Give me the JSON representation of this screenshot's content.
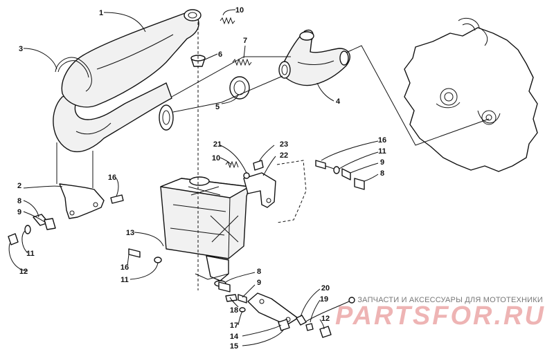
{
  "callouts": [
    {
      "id": "c1",
      "label": "1"
    },
    {
      "id": "c2",
      "label": "2"
    },
    {
      "id": "c3",
      "label": "3"
    },
    {
      "id": "c4",
      "label": "4"
    },
    {
      "id": "c5",
      "label": "5"
    },
    {
      "id": "c6",
      "label": "6"
    },
    {
      "id": "c7",
      "label": "7"
    },
    {
      "id": "c8a",
      "label": "8"
    },
    {
      "id": "c8b",
      "label": "8"
    },
    {
      "id": "c8c",
      "label": "8"
    },
    {
      "id": "c9a",
      "label": "9"
    },
    {
      "id": "c9b",
      "label": "9"
    },
    {
      "id": "c9c",
      "label": "9"
    },
    {
      "id": "c10a",
      "label": "10"
    },
    {
      "id": "c10b",
      "label": "10"
    },
    {
      "id": "c11a",
      "label": "11"
    },
    {
      "id": "c11b",
      "label": "11"
    },
    {
      "id": "c11c",
      "label": "11"
    },
    {
      "id": "c12a",
      "label": "12"
    },
    {
      "id": "c12b",
      "label": "12"
    },
    {
      "id": "c13",
      "label": "13"
    },
    {
      "id": "c14",
      "label": "14"
    },
    {
      "id": "c15",
      "label": "15"
    },
    {
      "id": "c16a",
      "label": "16"
    },
    {
      "id": "c16b",
      "label": "16"
    },
    {
      "id": "c16c",
      "label": "16"
    },
    {
      "id": "c17",
      "label": "17"
    },
    {
      "id": "c18",
      "label": "18"
    },
    {
      "id": "c19",
      "label": "19"
    },
    {
      "id": "c20",
      "label": "20"
    },
    {
      "id": "c21",
      "label": "21"
    },
    {
      "id": "c22",
      "label": "22"
    },
    {
      "id": "c23",
      "label": "23"
    }
  ],
  "watermark": {
    "caption": "ЗАПЧАСТИ И АКСЕССУАРЫ ДЛЯ МОТОТЕХНИКИ",
    "brand": "PARTSFOR.RU"
  }
}
